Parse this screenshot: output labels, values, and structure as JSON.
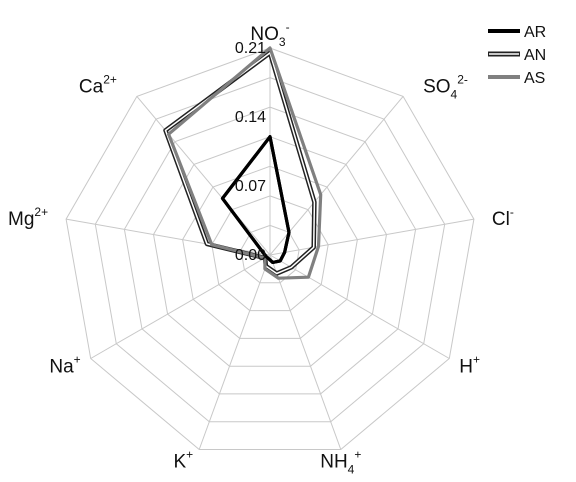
{
  "chart_data": {
    "type": "radar",
    "axes": [
      {
        "base": "NO",
        "sub": "3",
        "sup": "-"
      },
      {
        "base": "SO",
        "sub": "4",
        "sup": "2-"
      },
      {
        "base": "Cl",
        "sub": "",
        "sup": "-"
      },
      {
        "base": "H",
        "sub": "",
        "sup": "+"
      },
      {
        "base": "NH",
        "sub": "4",
        "sup": "+"
      },
      {
        "base": "K",
        "sub": "",
        "sup": "+"
      },
      {
        "base": "Na",
        "sub": "",
        "sup": "+"
      },
      {
        "base": "Mg",
        "sub": "",
        "sup": "2+"
      },
      {
        "base": "Ca",
        "sub": "",
        "sup": "2+"
      }
    ],
    "r_ticks": [
      "0.00",
      "0.07",
      "0.14",
      "0.21"
    ],
    "r_range": [
      0,
      0.21
    ],
    "series": [
      {
        "name": "AR",
        "color": "#000000",
        "style": "solid",
        "values": [
          0.12,
          0.03,
          0.015,
          0.012,
          0.008,
          0.004,
          0.004,
          0.006,
          0.075
        ]
      },
      {
        "name": "AN",
        "color": "#222222",
        "style": "outline",
        "values": [
          0.205,
          0.07,
          0.045,
          0.025,
          0.02,
          0.012,
          0.006,
          0.065,
          0.165
        ]
      },
      {
        "name": "AS",
        "color": "#808080",
        "style": "solid",
        "values": [
          0.21,
          0.08,
          0.05,
          0.045,
          0.025,
          0.015,
          0.006,
          0.06,
          0.16
        ]
      }
    ],
    "legend_position": "top-right",
    "grid": true
  }
}
